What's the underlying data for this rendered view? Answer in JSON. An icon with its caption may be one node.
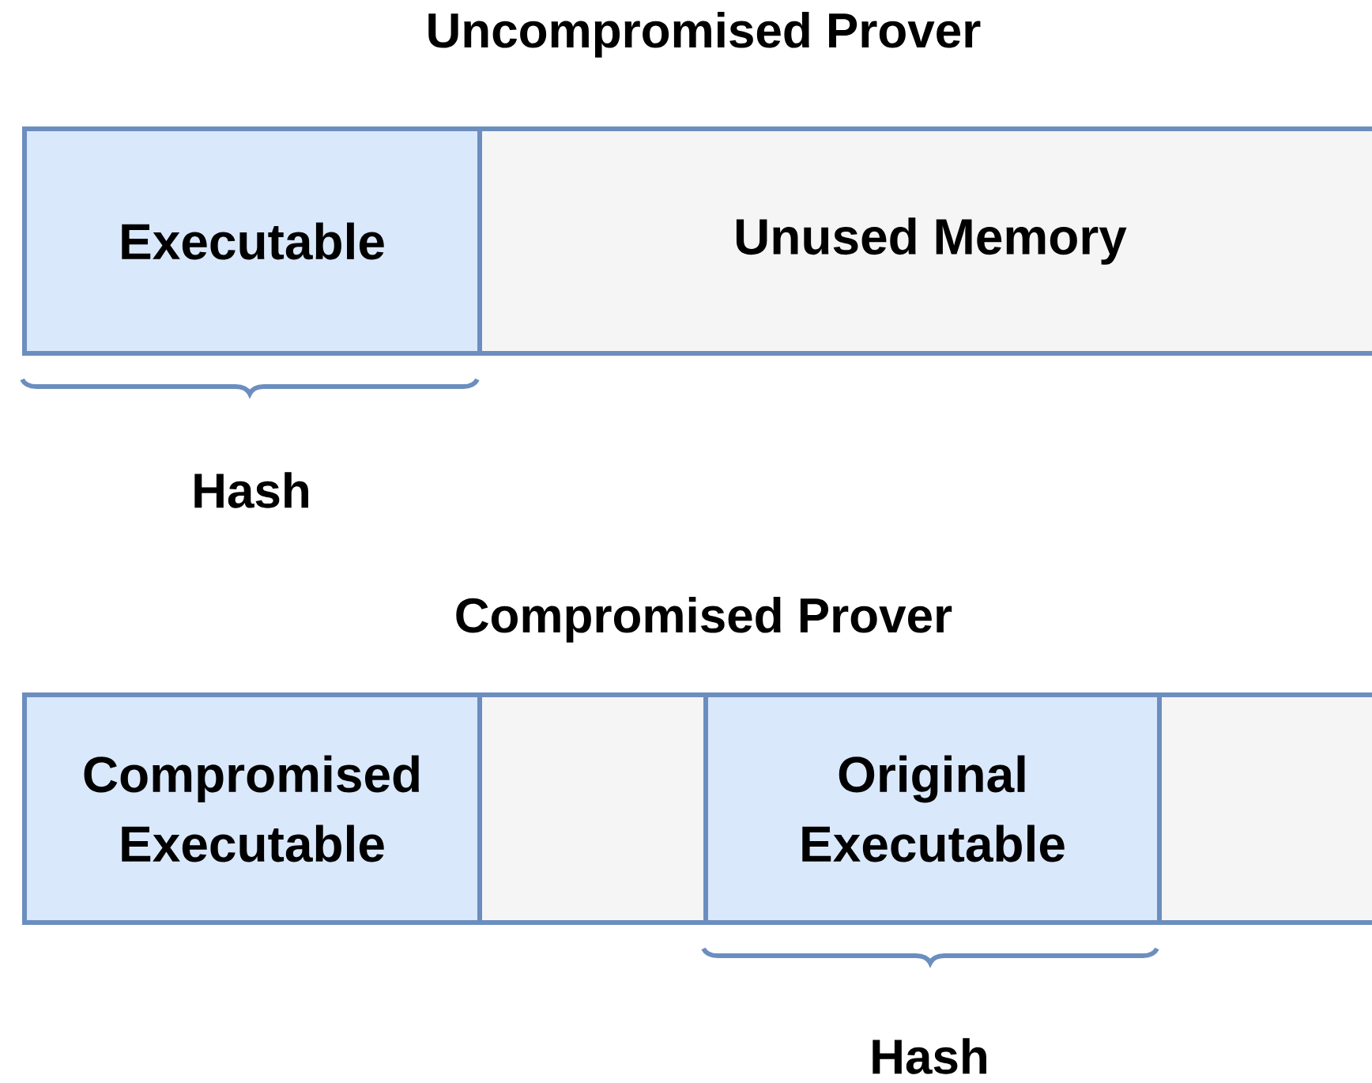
{
  "diagram": {
    "nodes": [
      {
        "text": [
          "Executable"
        ]
      },
      {
        "text": [
          "Unused Memory"
        ]
      },
      {
        "text": [
          "Compromised Executable"
        ]
      },
      {
        "text": [],
        "shape": "box"
      },
      {
        "text": [
          "Original Executable"
        ]
      },
      {
        "text": [],
        "shape": "box"
      }
    ],
    "labels": [
      "Uncompromised Prover",
      "Hash",
      "Compromised Prover",
      "Hash"
    ]
  }
}
